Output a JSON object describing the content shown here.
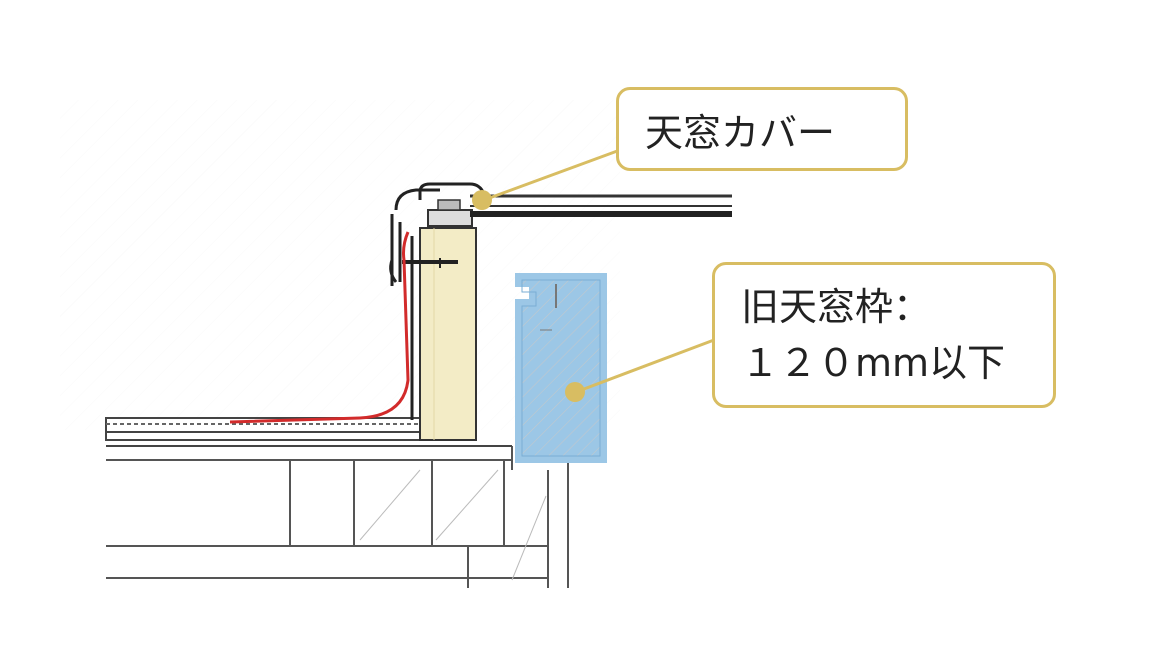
{
  "labels": {
    "skylight_cover": "天窓カバー",
    "old_frame_title": "旧天窓枠：",
    "old_frame_size": "１２０mm以下"
  },
  "colors": {
    "callout_border": "#d8bd62",
    "leader_line": "#d8bd62",
    "leader_dot": "#d8bd62",
    "cover_wood": "#f3ecc6",
    "old_frame_outline": "#9cc7e6",
    "sealant_red": "#d22b2b",
    "structure_line": "#555555"
  }
}
